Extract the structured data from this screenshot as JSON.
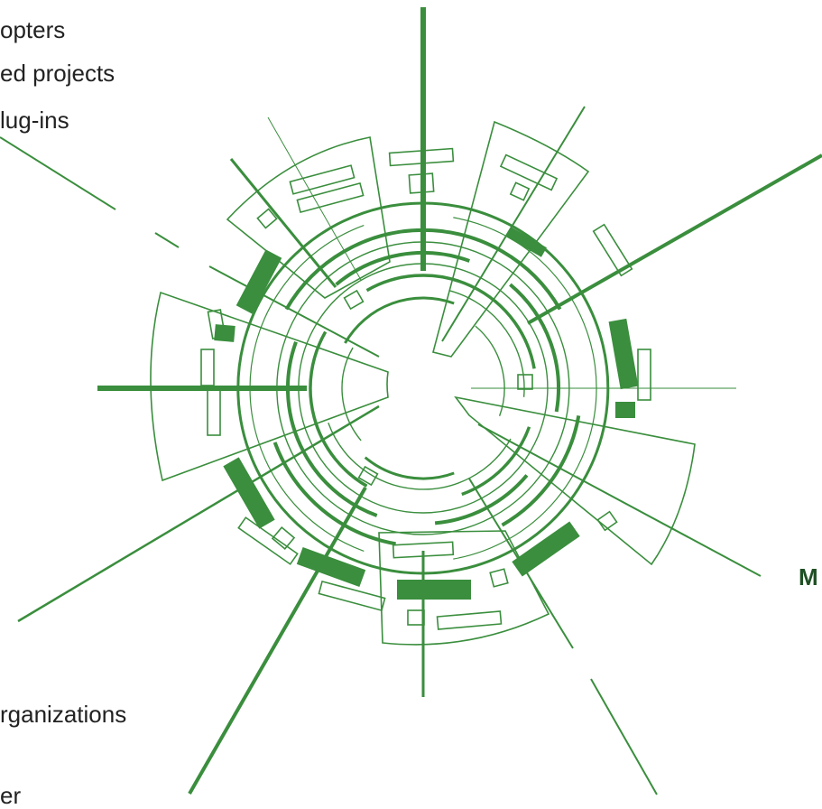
{
  "colors": {
    "primary": "#3a8e3d",
    "label_bold": "#1f4f24",
    "label": "#222222",
    "background": "#ffffff"
  },
  "labels": [
    {
      "id": "adopters",
      "text": "opters",
      "weight": "normal"
    },
    {
      "id": "projects",
      "text": "ed projects",
      "weight": "normal"
    },
    {
      "id": "plugins",
      "text": "lug-ins",
      "weight": "normal"
    },
    {
      "id": "organizations",
      "text": "rganizations",
      "weight": "normal"
    },
    {
      "id": "right-bold",
      "text": "M",
      "weight": "bold"
    },
    {
      "id": "bottom-cut",
      "text": "er",
      "weight": "normal"
    }
  ]
}
